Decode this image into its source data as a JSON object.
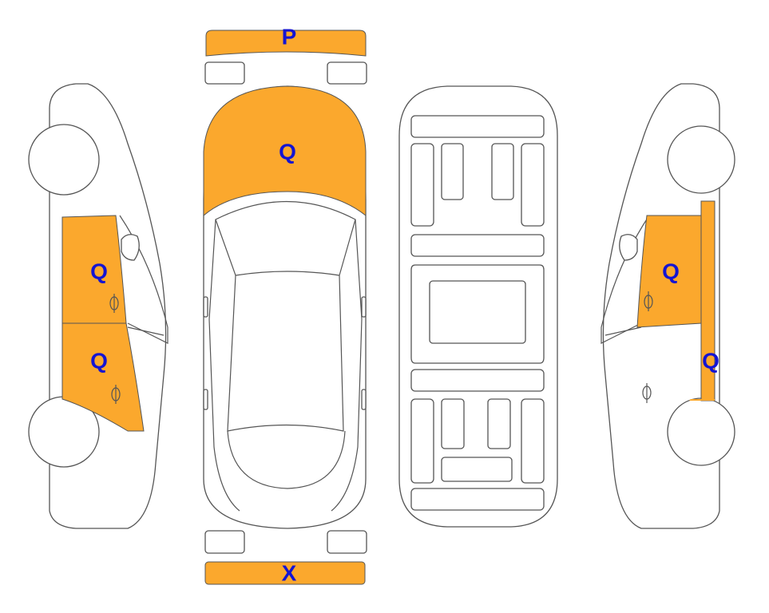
{
  "colors": {
    "damage_fill": "#FBA82D",
    "label": "#1414D2",
    "outline": "#555555"
  },
  "labels": {
    "front_bumper": "P",
    "hood": "Q",
    "left_front_door": "Q",
    "left_rear_door": "Q",
    "right_front_door": "Q",
    "right_rear_pillar": "Q",
    "rear_bumper": "X"
  }
}
